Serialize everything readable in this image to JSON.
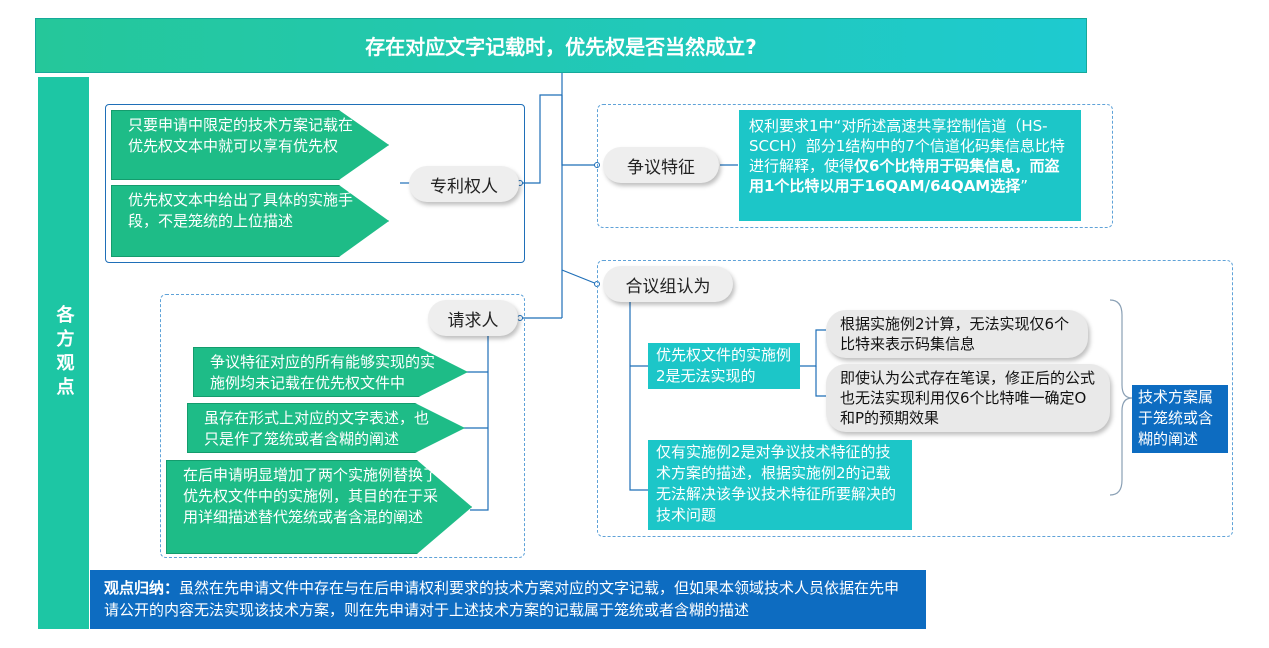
{
  "title": "存在对应文字记载时，优先权是否当然成立?",
  "side_label": "各方观点",
  "patentee": {
    "label": "专利权人",
    "points": [
      "只要申请中限定的技术方案记载在优先权文本中就可以享有优先权",
      "优先权文本中给出了具体的实施手段，不是笼统的上位描述"
    ]
  },
  "requester": {
    "label": "请求人",
    "points": [
      "争议特征对应的所有能够实现的实施例均未记载在优先权文件中",
      "虽存在形式上对应的文字表述，也只是作了笼统或者含糊的阐述",
      "在后申请明显增加了两个实施例替换了优先权文件中的实施例，其目的在于采用详细描述替代笼统或者含混的阐述"
    ]
  },
  "dispute": {
    "label": "争议特征",
    "text_plain": "权利要求1中“对所述高速共享控制信道（HS-SCCH）部分1结构中的7个信道化码集信息比特进行解释，使得",
    "text_bold": "仅6个比特用于码集信息，而盗用1个比特以用于16QAM/64QAM选择",
    "text_end": "”"
  },
  "panel": {
    "label": "合议组认为",
    "finding1": "优先权文件的实施例2是无法实现的",
    "reasons": [
      "根据实施例2计算，无法实现仅6个比特来表示码集信息",
      "即使认为公式存在笔误，修正后的公式也无法实现利用仅6个比特唯一确定O和P的预期效果"
    ],
    "finding2": "仅有实施例2是对争议技术特征的技术方案的描述，根据实施例2的记载无法解决该争议技术特征所要解决的技术问题",
    "conclusion": "技术方案属于笼统或含糊的阐述"
  },
  "summary": {
    "label": "观点归纳：",
    "text": "虽然在先申请文件中存在与在后申请权利要求的技术方案对应的文字记载，但如果本领域技术人员依据在先申请公开的内容无法实现该技术方案，则在先申请对于上述技术方案的记载属于笼统或者含糊的描述"
  }
}
